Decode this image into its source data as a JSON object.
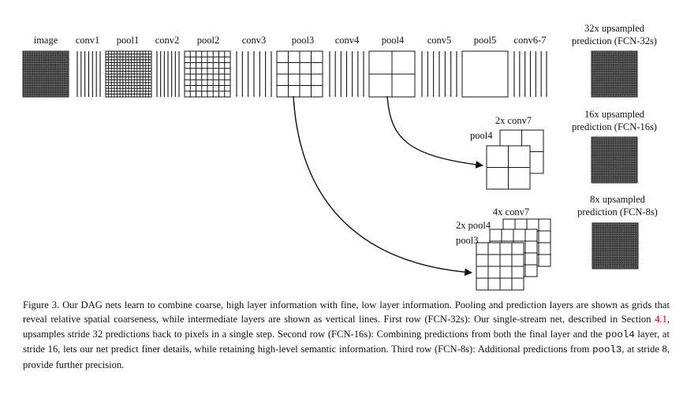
{
  "figure": {
    "layers": [
      {
        "label": "image",
        "kind": "grid",
        "cells": 32
      },
      {
        "label": "conv1",
        "kind": "lines"
      },
      {
        "label": "pool1",
        "kind": "grid",
        "cells": 16
      },
      {
        "label": "conv2",
        "kind": "lines"
      },
      {
        "label": "pool2",
        "kind": "grid",
        "cells": 8
      },
      {
        "label": "conv3",
        "kind": "lines"
      },
      {
        "label": "pool3",
        "kind": "grid",
        "cells": 4
      },
      {
        "label": "conv4",
        "kind": "lines"
      },
      {
        "label": "pool4",
        "kind": "grid",
        "cells": 2
      },
      {
        "label": "conv5",
        "kind": "lines"
      },
      {
        "label": "pool5",
        "kind": "grid",
        "cells": 1
      },
      {
        "label": "conv6-7",
        "kind": "lines"
      }
    ],
    "outputs": [
      {
        "line1": "32x upsampled",
        "line2": "prediction (FCN-32s)"
      },
      {
        "line1": "16x upsampled",
        "line2": "prediction (FCN-16s)"
      },
      {
        "line1": "8x upsampled",
        "line2": "prediction (FCN-8s)"
      }
    ],
    "row2": {
      "top_label": "2x conv7",
      "side_label": "pool4"
    },
    "row3": {
      "top_label": "4x conv7",
      "mid_label": "2x pool4",
      "side_label": "pool3"
    }
  },
  "caption": {
    "prefix": "Figure 3.  Our DAG nets learn to combine coarse, high layer information with fine, low layer information. Pooling and prediction layers are shown as grids that reveal relative spatial coarseness, while intermediate layers are shown as vertical lines. First row (FCN-32s): Our single-stream net, described in Section ",
    "ref": "4.1",
    "mid1": ", upsamples stride 32 predictions back to pixels in a single step. Second row (FCN-16s): Combining predictions from both the final layer and the ",
    "code1": "pool4",
    "mid2": " layer, at stride 16, lets our net predict finer details, while retaining high-level semantic information. Third row (FCN-8s): Additional predictions from ",
    "code2": "pool3",
    "suffix": ", at stride 8, provide further precision."
  }
}
